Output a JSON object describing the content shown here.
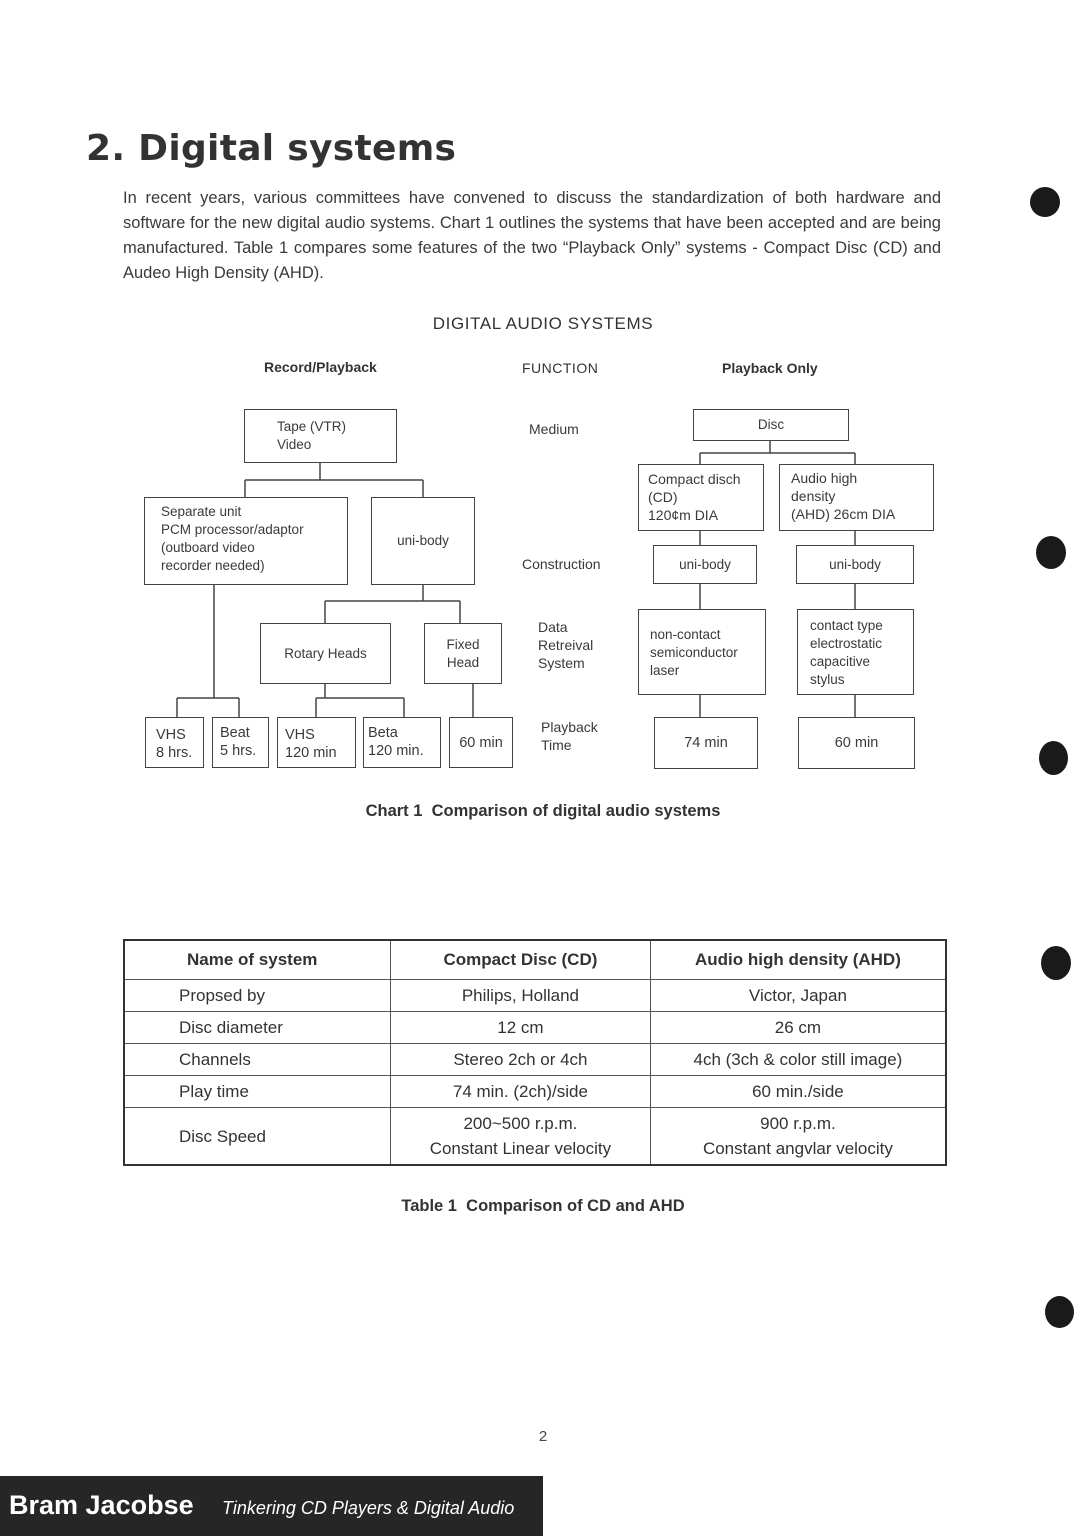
{
  "heading": "2. Digital systems",
  "intro": "In recent years, various committees have convened to discuss the standardization of both hardware and software for the new digital audio systems. Chart 1 outlines the systems that have been accepted  and are being manufactured. Table 1 compares some features of the two “Playback Only” systems - Compact Disc (CD) and Audeo High Density (AHD).",
  "chart": {
    "title": "DIGITAL AUDIO SYSTEMS",
    "col_record": "Record/Playback",
    "col_function": "FUNCTION",
    "col_playback": "Playback Only",
    "functions": {
      "medium": "Medium",
      "construction": "Construction",
      "retrieval": "Data\nRetreival\nSystem",
      "playtime": "Playback\nTime"
    },
    "boxes": {
      "tape": "Tape (VTR)\nVideo",
      "separate": "Separate unit\nPCM processor/adaptor\n(outboard video\nrecorder needed)",
      "unibody_left": "uni-body",
      "rotary": "Rotary Heads",
      "fixed": "Fixed\nHead",
      "vhs8": "VHS\n8 hrs.",
      "beat5": "Beat\n5 hrs.",
      "vhs120": "VHS\n120 min",
      "beta120": "Beta\n120 min.",
      "sixty_left": "60 min",
      "disc": "Disc",
      "cd": "Compact disch\n(CD)\n120¢m DIA",
      "ahd": "Audio high\ndensity\n(AHD) 26cm DIA",
      "unibody_cd": "uni-body",
      "unibody_ahd": "uni-body",
      "noncontact": "non-contact\nsemiconductor\nlaser",
      "contact": "contact type\nelectrostatic\ncapacitive\nstylus",
      "cd_time": "74  min",
      "ahd_time": "60 min"
    },
    "caption_label": "Chart 1",
    "caption_text": "Comparison of digital audio systems"
  },
  "table": {
    "headers": [
      "Name of system",
      "Compact Disc (CD)",
      "Audio high density (AHD)"
    ],
    "rows": [
      [
        "Propsed by",
        "Philips, Holland",
        "Victor, Japan"
      ],
      [
        "Disc diameter",
        "12 cm",
        "26 cm"
      ],
      [
        "Channels",
        "Stereo 2ch or 4ch",
        "4ch (3ch & color still image)"
      ],
      [
        "Play time",
        "74 min. (2ch)/side",
        "60 min./side"
      ],
      [
        "Disc Speed",
        "200~500 r.p.m.\nConstant Linear velocity",
        "900 r.p.m.\nConstant angvlar velocity"
      ]
    ],
    "caption_label": "Table 1",
    "caption_text": "Comparison of CD and AHD"
  },
  "page_number": "2",
  "footer": {
    "brand": "Bram Jacobse",
    "tagline": "Tinkering CD Players & Digital Audio"
  }
}
